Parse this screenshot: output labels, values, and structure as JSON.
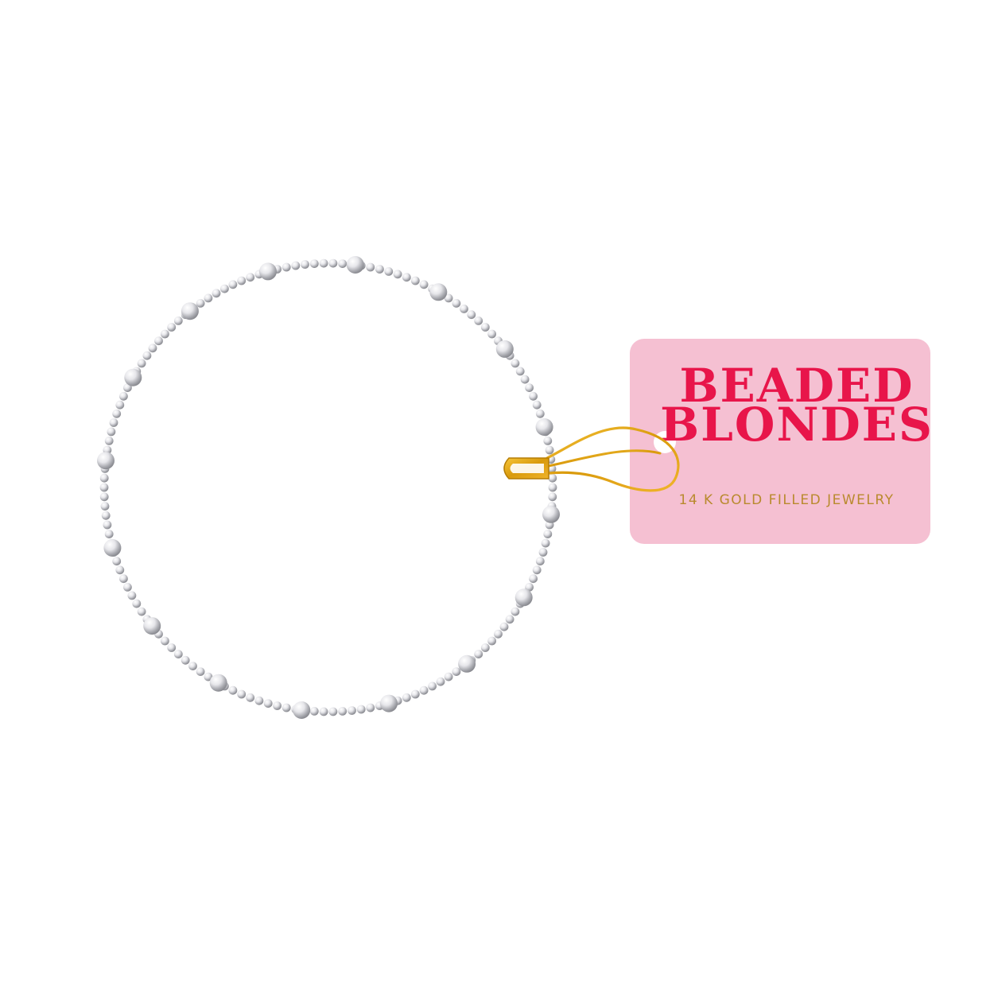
{
  "tag": {
    "line1": "BEADED",
    "line2": "BLONDES",
    "subtitle": "14 K GOLD FILLED JEWELRY"
  },
  "colors": {
    "background": "#ffffff",
    "tag_pink": "#f5c0d2",
    "brand_red": "#e8154a",
    "gold_foil": "#b98a2e",
    "pin_gold": "#e0a512",
    "bead_silver": "#d4d4d8"
  }
}
